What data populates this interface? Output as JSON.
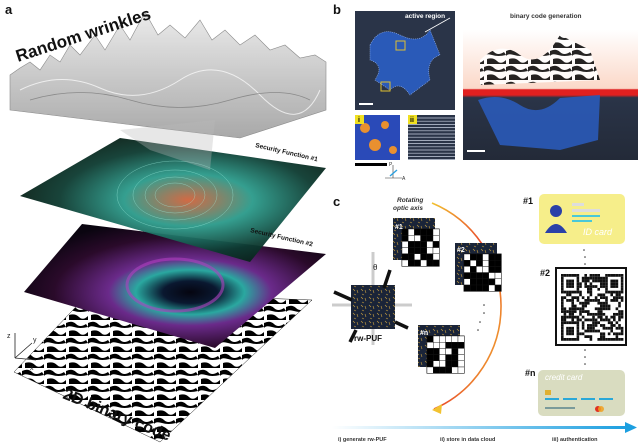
{
  "panel_a": {
    "label": "a",
    "title": "Random wrinkles",
    "layer1": "Security Function #1",
    "layer2": "Security Function #2",
    "layer3": "2D binary code",
    "axes": {
      "z": "z",
      "y": "y",
      "x": "x"
    }
  },
  "panel_b": {
    "label": "b",
    "active_region": "active region",
    "inset_i": "i",
    "inset_ii": "ii",
    "title": "binary code generation",
    "polarizer": {
      "p": "P",
      "a": "A"
    }
  },
  "panel_c": {
    "label": "c",
    "rotating": "Rotating",
    "optic_axis": "optic axis",
    "theta": "θ",
    "puf_label": "rw-PUF",
    "codes": [
      "#1",
      "#2",
      "#n"
    ],
    "targets": [
      {
        "tag": "#1",
        "text": "ID card"
      },
      {
        "tag": "#2",
        "text": ""
      },
      {
        "tag": "#n",
        "text": "credit card"
      }
    ],
    "steps": [
      "i) generate rw-PUF",
      "ii) store in data cloud",
      "iii) authentication"
    ]
  },
  "colors": {
    "arc_start": "#f2c230",
    "arc_end": "#e8402a",
    "flow": "#1c9fe0",
    "idcard": "#f6ee8a",
    "creditcard": "#d9dcc0"
  }
}
